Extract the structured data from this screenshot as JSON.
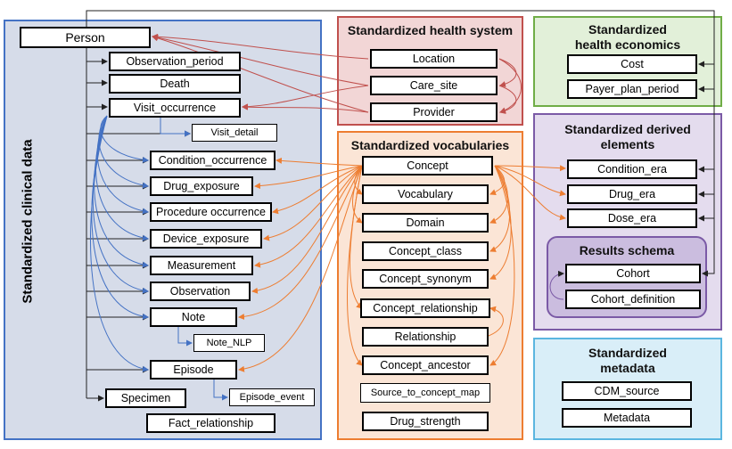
{
  "groups": {
    "clinical": "Standardized clinical data",
    "health_system": "Standardized health system",
    "health_economics": "Standardized health economics",
    "vocabularies": "Standardized vocabularies",
    "derived": "Standardized derived elements",
    "results": "Results schema",
    "metadata": "Standardized metadata"
  },
  "clinical_tables": {
    "person": "Person",
    "observation_period": "Observation_period",
    "death": "Death",
    "visit_occurrence": "Visit_occurrence",
    "visit_detail": "Visit_detail",
    "condition_occurrence": "Condition_occurrence",
    "drug_exposure": "Drug_exposure",
    "procedure_occurrence": "Procedure occurrence",
    "device_exposure": "Device_exposure",
    "measurement": "Measurement",
    "observation": "Observation",
    "note": "Note",
    "note_nlp": "Note_NLP",
    "episode": "Episode",
    "episode_event": "Episode_event",
    "specimen": "Specimen",
    "fact_relationship": "Fact_relationship"
  },
  "health_system_tables": {
    "location": "Location",
    "care_site": "Care_site",
    "provider": "Provider"
  },
  "health_economics_tables": {
    "cost": "Cost",
    "payer_plan_period": "Payer_plan_period"
  },
  "vocabulary_tables": {
    "concept": "Concept",
    "vocabulary": "Vocabulary",
    "domain": "Domain",
    "concept_class": "Concept_class",
    "concept_synonym": "Concept_synonym",
    "concept_relationship": "Concept_relationship",
    "relationship": "Relationship",
    "concept_ancestor": "Concept_ancestor",
    "source_to_concept_map": "Source_to_concept_map",
    "drug_strength": "Drug_strength"
  },
  "derived_tables": {
    "condition_era": "Condition_era",
    "drug_era": "Drug_era",
    "dose_era": "Dose_era"
  },
  "results_tables": {
    "cohort": "Cohort",
    "cohort_definition": "Cohort_definition"
  },
  "metadata_tables": {
    "cdm_source": "CDM_source",
    "metadata": "Metadata"
  },
  "colors": {
    "clinical_fill": "#d6dce9",
    "clinical_border": "#4472c4",
    "health_system_fill": "#f2d6d6",
    "health_system_border": "#c0504d",
    "economics_fill": "#e2f0d9",
    "economics_border": "#70ad47",
    "vocab_fill": "#fbe5d6",
    "vocab_border": "#ed7d31",
    "derived_fill": "#e4dcee",
    "derived_border": "#7b5aa6",
    "results_fill": "#cbbddf",
    "metadata_fill": "#d9eef8",
    "metadata_border": "#5bb6e0",
    "blue_link": "#4472c4",
    "red_link": "#c0504d",
    "orange_link": "#ed7d31"
  }
}
